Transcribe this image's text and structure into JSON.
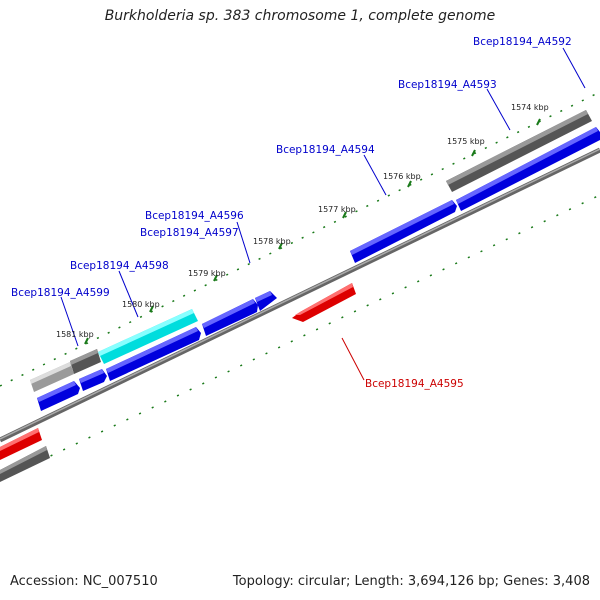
{
  "header": {
    "title": "Burkholderia sp. 383 chromosome 1, complete genome"
  },
  "footer": {
    "accession": "Accession: NC_007510",
    "summary": "Topology: circular; Length: 3,694,126 bp; Genes: 3,408"
  },
  "tick_labels": [
    "1574 kbp",
    "1575 kbp",
    "1576 kbp",
    "1577 kbp",
    "1578 kbp",
    "1579 kbp",
    "1580 kbp",
    "1581 kbp"
  ],
  "gene_labels": {
    "A4592": "Bcep18194_A4592",
    "A4593": "Bcep18194_A4593",
    "A4594": "Bcep18194_A4594",
    "A4595": "Bcep18194_A4595",
    "A4596": "Bcep18194_A4596",
    "A4597": "Bcep18194_A4597",
    "A4598": "Bcep18194_A4598",
    "A4599": "Bcep18194_A4599"
  },
  "colors": {
    "forward_cds": "#0000dd",
    "reverse_cds": "#dd0000",
    "rna_feature": "#00dddd",
    "other_feature": "#555555",
    "backbone": "#888888",
    "minor_ticks": "#1a7a1a",
    "forward_label": "#0000cc",
    "reverse_label": "#cc0000"
  }
}
